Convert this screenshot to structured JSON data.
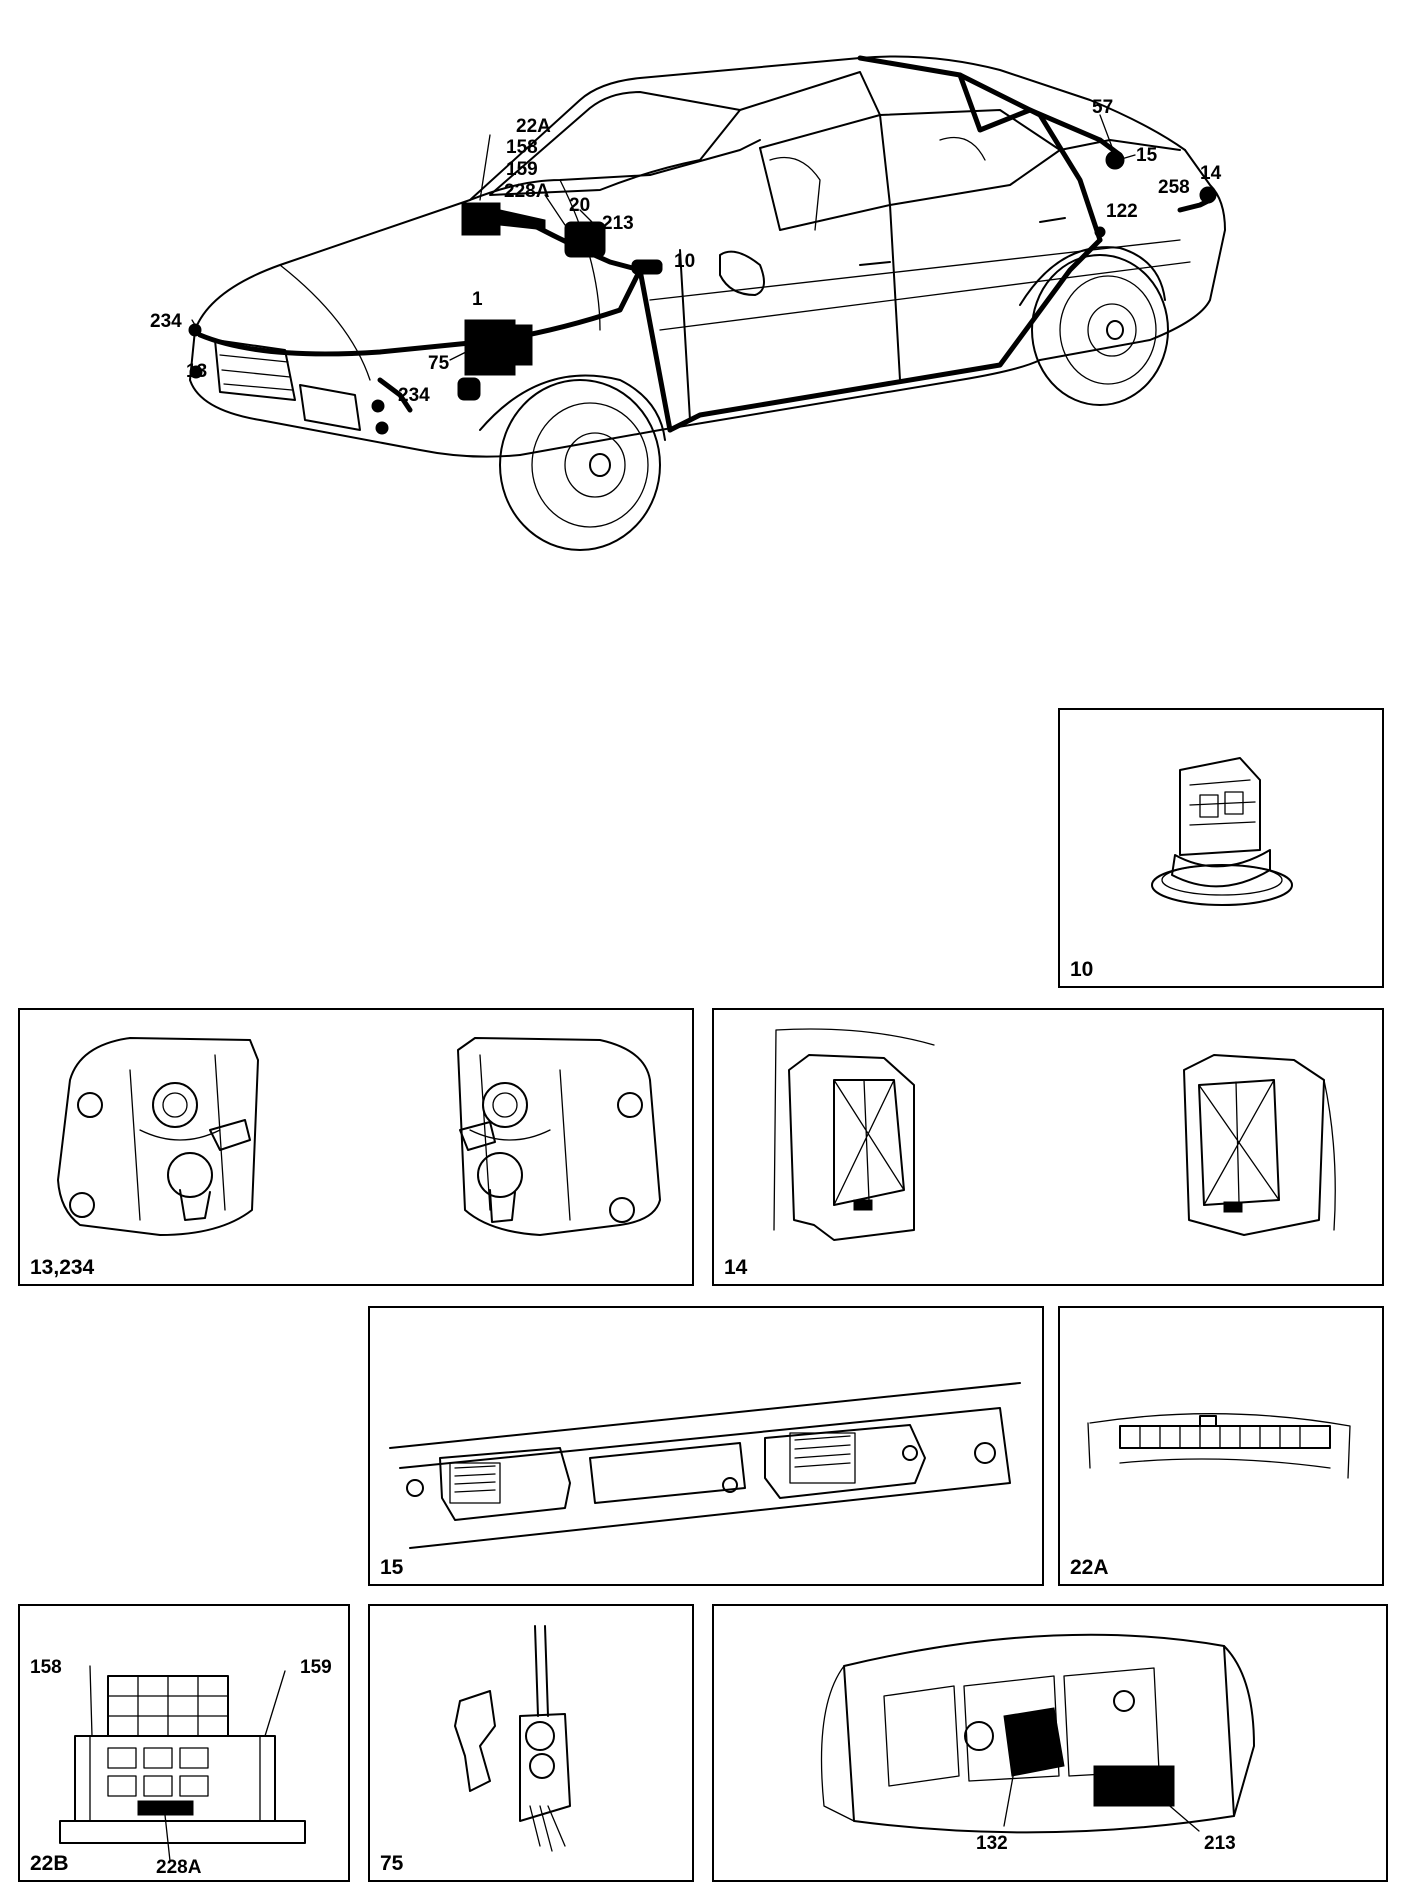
{
  "car_callouts": [
    {
      "id": "22A",
      "text": "22A"
    },
    {
      "id": "158",
      "text": "158"
    },
    {
      "id": "159",
      "text": "159"
    },
    {
      "id": "228A",
      "text": "228A"
    },
    {
      "id": "20",
      "text": "20"
    },
    {
      "id": "213",
      "text": "213"
    },
    {
      "id": "10",
      "text": "10"
    },
    {
      "id": "1",
      "text": "1"
    },
    {
      "id": "234-upper",
      "text": "234"
    },
    {
      "id": "13",
      "text": "13"
    },
    {
      "id": "75",
      "text": "75"
    },
    {
      "id": "234-lower",
      "text": "234"
    },
    {
      "id": "57",
      "text": "57"
    },
    {
      "id": "15",
      "text": "15"
    },
    {
      "id": "14",
      "text": "14"
    },
    {
      "id": "258",
      "text": "258"
    },
    {
      "id": "122",
      "text": "122"
    }
  ],
  "panels": {
    "p10": {
      "label": "10"
    },
    "p13": {
      "label": "13,234"
    },
    "p14": {
      "label": "14"
    },
    "p15": {
      "label": "15"
    },
    "p22a": {
      "label": "22A"
    },
    "p22b": {
      "label": "22B",
      "callouts": {
        "left": "158",
        "right": "159",
        "bottom": "228A"
      }
    },
    "p75": {
      "label": "75"
    },
    "pcluster": {
      "label": "",
      "callouts": {
        "left": "132",
        "right": "213"
      }
    }
  }
}
